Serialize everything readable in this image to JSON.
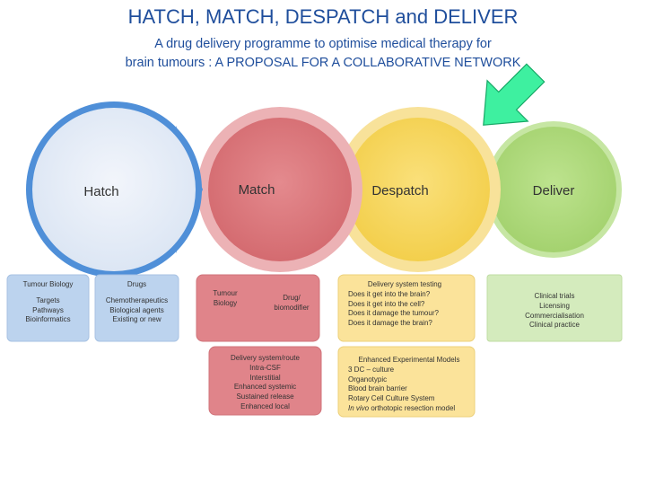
{
  "title": "HATCH, MATCH, DESPATCH and DELIVER",
  "subtitle_line1": "A drug delivery programme to optimise medical therapy for",
  "subtitle_line2": "brain tumours : A PROPOSAL FOR A COLLABORATIVE NETWORK",
  "stages": [
    {
      "label": "Hatch",
      "color": "#4a90d9",
      "fill": "#e8eef8"
    },
    {
      "label": "Match",
      "color": "#d9777d",
      "fill": "#dd7a7e"
    },
    {
      "label": "Despatch",
      "color": "#f3cf4f",
      "fill": "#f7d866"
    },
    {
      "label": "Deliver",
      "color": "#a8d677",
      "fill": "#b2db80"
    }
  ],
  "boxes": {
    "tumour_biology": {
      "title": "Tumour Biology",
      "lines": [
        "Targets",
        "Pathways",
        "Bioinformatics"
      ]
    },
    "drugs": {
      "title": "Drugs",
      "lines": [
        "Chemotherapeutics",
        "Biological agents",
        "Existing or new"
      ]
    },
    "match_tumour_biology": {
      "lines": [
        "Tumour",
        "Biology"
      ]
    },
    "drug_biomodifier": {
      "lines": [
        "Drug/",
        "biomodifier"
      ]
    },
    "delivery_route": {
      "lines": [
        "Delivery system/route",
        "Intra-CSF",
        "Interstitial",
        "Enhanced systemic",
        "Sustained release",
        "Enhanced local"
      ]
    },
    "delivery_testing": {
      "title": "Delivery system testing",
      "lines": [
        "Does it get into the brain?",
        "Does it get into the cell?",
        "Does it damage the tumour?",
        "Does it damage the brain?"
      ]
    },
    "experimental_models": {
      "title": "Enhanced Experimental Models",
      "lines": [
        "3 DC – culture",
        "Organotypic",
        "Blood brain barrier",
        "Rotary Cell Culture System"
      ],
      "last_italic": "In vivo",
      "last_rest": " orthotopic resection model"
    },
    "deliver_box": {
      "lines": [
        "Clinical trials",
        "Licensing",
        "Commercialisation",
        "Clinical practice"
      ]
    }
  },
  "colors": {
    "title": "#1f4e9c",
    "blue_box": "#bcd3ee",
    "red_box": "#e0848a",
    "yellow_box": "#fbe39a",
    "green_box": "#d4ebbd",
    "green_arrow": "#3ef0a0"
  },
  "icons": {
    "arrow": "down-right-arrow-icon"
  }
}
